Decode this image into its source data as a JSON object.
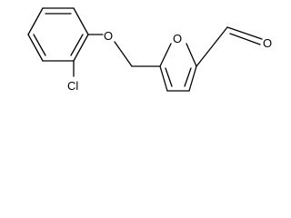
{
  "molecule": {
    "atoms": {
      "ether_oxygen": "O",
      "furan_oxygen": "O",
      "carbonyl_oxygen": "O",
      "chlorine": "Cl"
    }
  },
  "colors": {
    "bond": "#000000",
    "background": "#ffffff"
  }
}
